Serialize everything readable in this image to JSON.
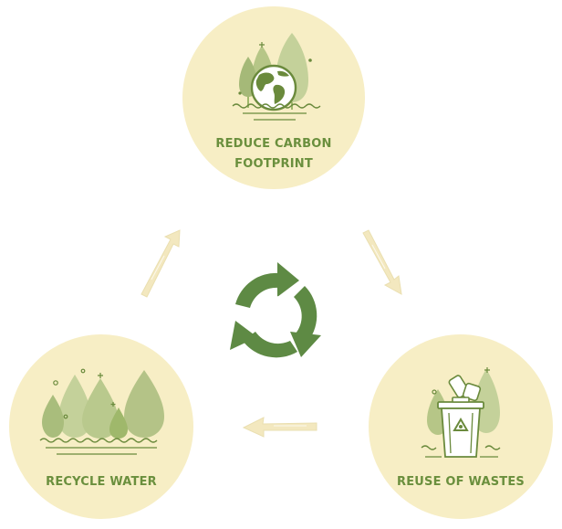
{
  "colors": {
    "background": "#ffffff",
    "circle_fill": "#f7eec5",
    "label_text": "#6a8f3d",
    "icon_dark": "#6a8a3c",
    "icon_mid": "#9fb86b",
    "icon_light": "#c4d19a",
    "arrow_fill": "#f3e8bf",
    "recycle_symbol": "#5e8a44"
  },
  "nodes": {
    "top": {
      "label_line1": "REDUCE CARBON",
      "label_line2": "FOOTPRINT",
      "icon": "earth-with-trees-icon"
    },
    "left": {
      "label": "RECYCLE WATER",
      "icon": "water-drops-icon"
    },
    "right": {
      "label": "REUSE OF WASTES",
      "icon": "recycle-bin-icon"
    }
  },
  "center_icon": "recycle-arrows-icon",
  "arrows": [
    "top-to-right",
    "right-to-left",
    "left-to-top"
  ]
}
